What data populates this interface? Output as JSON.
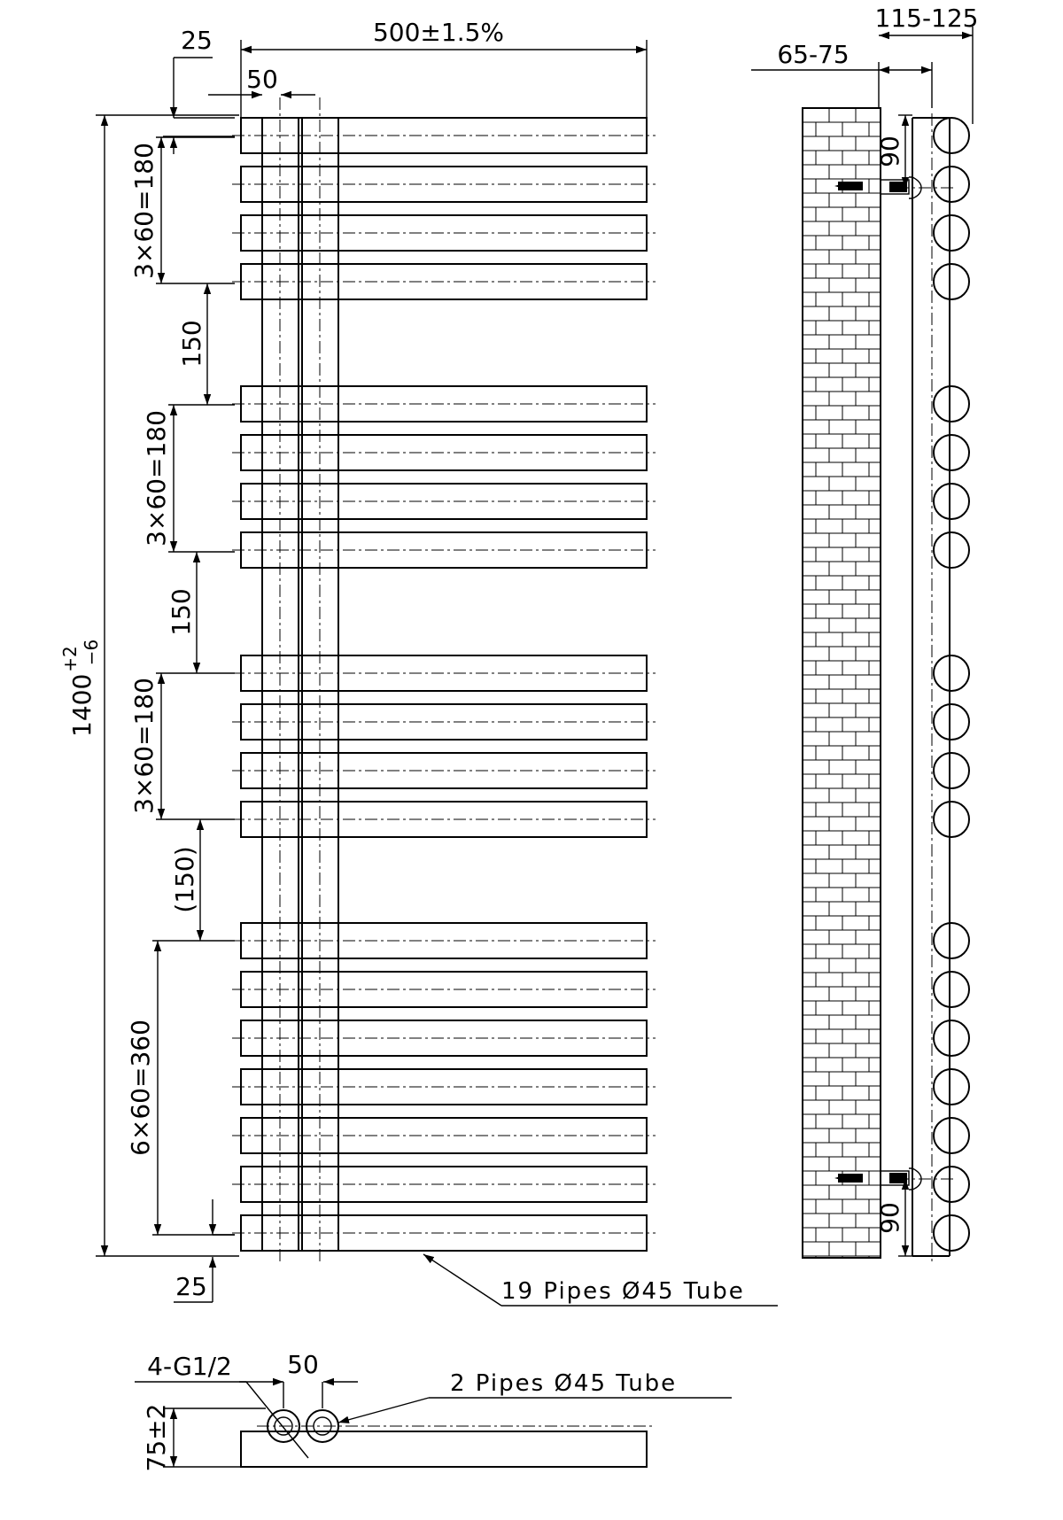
{
  "dimensions": {
    "width_total": "500±1.5%",
    "top_offset": "25",
    "bottom_offset": "25",
    "pipe_spacing": "50",
    "height_main": "1400",
    "height_tol_plus": "+2",
    "height_tol_minus": "−6",
    "group_1": "3×60=180",
    "group_2": "3×60=180",
    "group_3": "3×60=180",
    "gap_1": "150",
    "gap_2": "150",
    "gap_3": "(150)",
    "group_4": "6×60=360",
    "wall_outer": "115-125",
    "wall_inner": "65-75",
    "bracket_top": "90",
    "bracket_bottom": "90",
    "plan_spacing": "50",
    "plan_connections": "4-G1/2",
    "plan_depth": "75±2"
  },
  "labels": {
    "pipes_19": "19  Pipes  Ø45   Tube",
    "pipes_2": "2  Pipes  Ø45   Tube"
  },
  "colors": {
    "line": "#000000",
    "background": "#ffffff"
  }
}
